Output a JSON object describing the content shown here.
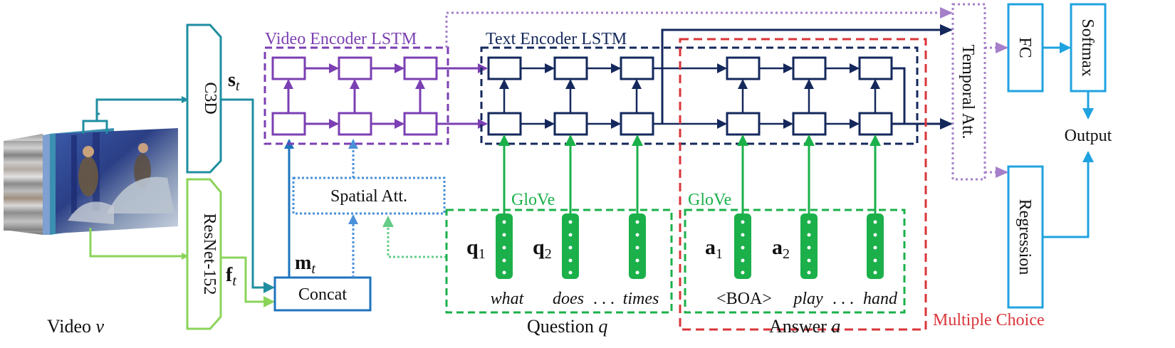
{
  "colors": {
    "teal": "#1f8ea0",
    "lime": "#8bd45a",
    "purple": "#7b3fb3",
    "navy": "#14285c",
    "green": "#1bb04a",
    "red": "#d9353a",
    "cyan": "#1fa3e0",
    "blue": "#1e73be",
    "lightblue": "#4a90d9",
    "mauve": "#a57fc9"
  },
  "labels": {
    "c3d": "C3D",
    "resnet": "ResNet-152",
    "s_t": "s",
    "s_t_sub": "t",
    "f_t": "f",
    "f_t_sub": "t",
    "m_t": "m",
    "m_t_sub": "t",
    "concat": "Concat",
    "spatial_att": "Spatial Att.",
    "video_encoder": "Video Encoder LSTM",
    "text_encoder": "Text Encoder LSTM",
    "temporal_att": "Temporal Att.",
    "fc": "FC",
    "softmax": "Softmax",
    "regression": "Regression",
    "output": "Output",
    "glove_q": "GloVe",
    "glove_a": "GloVe",
    "q1": "q",
    "q1_sub": "1",
    "q2": "q",
    "q2_sub": "2",
    "a1": "a",
    "a1_sub": "1",
    "a2": "a",
    "a2_sub": "2",
    "word_what": "what",
    "word_does": "does",
    "dots_q": ". . .",
    "word_times": "times",
    "word_boa": "<BOA>",
    "word_play": "play",
    "dots_a": ". . .",
    "word_hand": "hand",
    "question": "Question",
    "question_var": "q",
    "answer": "Answer",
    "answer_var": "a",
    "multiple_choice": "Multiple Choice",
    "video": "Video",
    "video_var": "v"
  }
}
